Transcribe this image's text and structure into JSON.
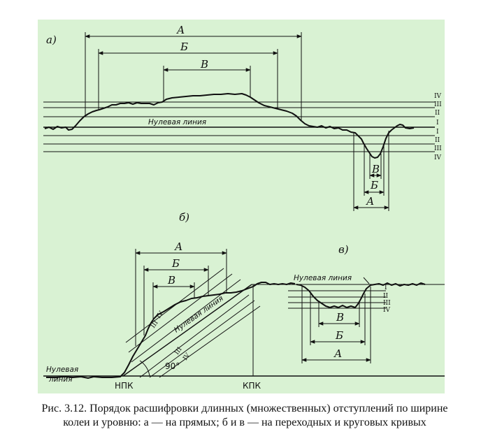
{
  "panels": {
    "a": {
      "label": "а)",
      "spans": [
        "А",
        "Б",
        "В"
      ],
      "spans_down": [
        "В",
        "Б",
        "А"
      ],
      "levels_right": [
        "IV",
        "III",
        "II",
        "I",
        "I",
        "II",
        "III",
        "IV"
      ],
      "zero_label": "Нулевая линия"
    },
    "b": {
      "label": "б)",
      "spans": [
        "А",
        "Б",
        "В"
      ],
      "zero_label_diag": "Нулевая линия",
      "zero_label_left": [
        "Нулевая",
        "линия"
      ],
      "levels_upper": [
        "IV",
        "III"
      ],
      "levels_lower": [
        "III",
        "IV"
      ],
      "angle": "90°",
      "npk": "НПК",
      "kpk": "КПК"
    },
    "v": {
      "label": "в)",
      "spans": [
        "В",
        "Б",
        "А"
      ],
      "levels": [
        "I",
        "II",
        "III",
        "IV"
      ],
      "zero_label": "Нулевая линия"
    }
  },
  "caption": "Рис. 3.12. Порядок расшифровки длинных (множественных) отступлений по ширине колеи и уровню: а — на прямых; б и в — на переходных и круговых кривых"
}
